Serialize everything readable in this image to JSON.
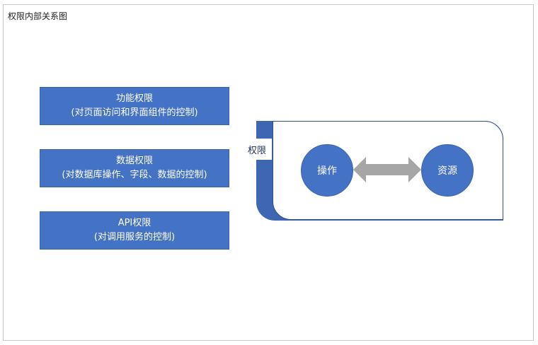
{
  "title": "权限内部关系图",
  "permissions": [
    {
      "name": "功能权限",
      "desc": "(对页面访问和界面组件的控制)"
    },
    {
      "name": "数据权限",
      "desc": "(对数据库操作、字段、数据的控制)"
    },
    {
      "name": "API权限",
      "desc": "(对调用服务的控制)"
    }
  ],
  "model": {
    "label": "权限",
    "operation": "操作",
    "resource": "资源"
  },
  "colors": {
    "box_fill": "#4472c4",
    "model_dark": "#3f66b3",
    "arrow": "#a6a6a6"
  }
}
